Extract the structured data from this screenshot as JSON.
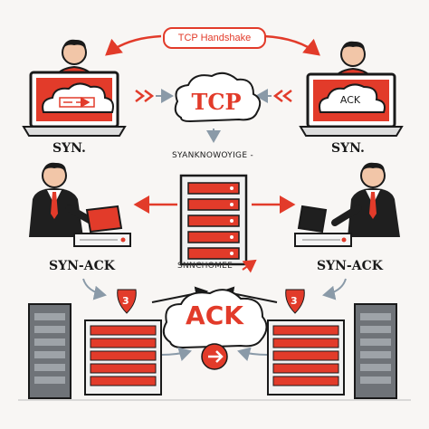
{
  "colors": {
    "accent": "#e23b2a",
    "ink": "#1a1a1a",
    "server_gray": "#6f7378",
    "background": "#f8f6f4"
  },
  "header": {
    "title": "TCP Handshake"
  },
  "center": {
    "cloud_label": "TCP",
    "caption": "SYANKNOWOYIGE -",
    "middle_caption": "SNNCHOMEE",
    "bottom_cloud_label": "ACK"
  },
  "nodes": {
    "top_left_label": "SYN.",
    "top_right_label": "SYN.",
    "top_right_screen": "ACK",
    "mid_left_label": "SYN-ACK",
    "mid_right_label": "SYN-ACK",
    "shield_left": "3",
    "shield_right": "3"
  },
  "icons": {
    "person": "person-icon",
    "laptop": "laptop-icon",
    "cloud": "cloud-icon",
    "server": "server-rack-icon",
    "shield": "shield-icon",
    "arrow": "arrow-icon"
  }
}
